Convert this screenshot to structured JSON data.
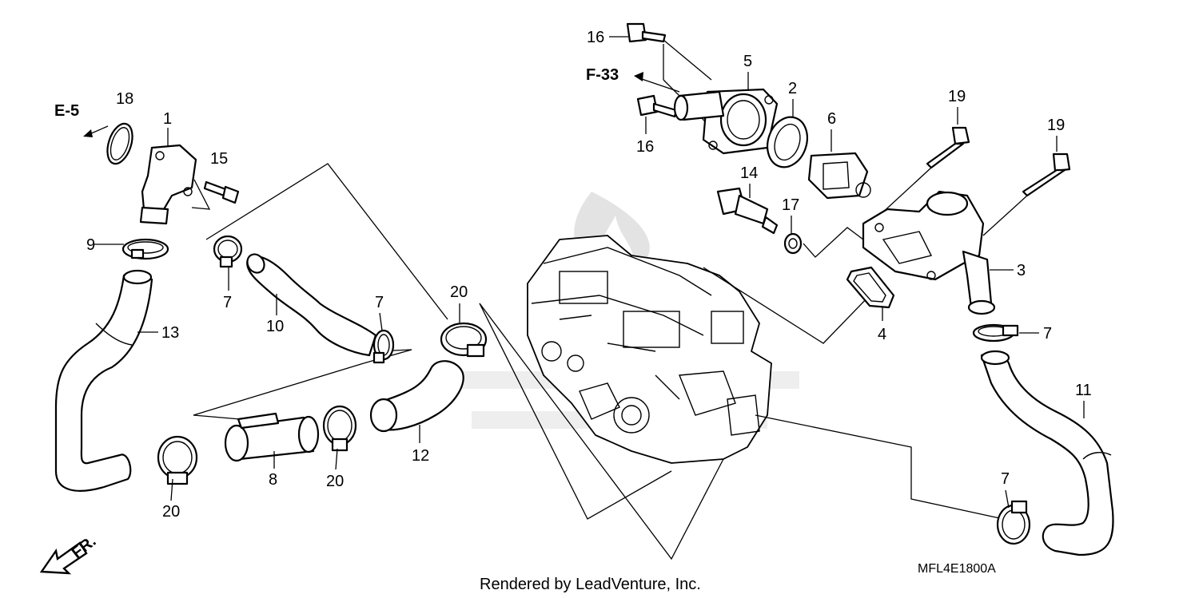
{
  "diagram": {
    "part_numbers": [
      "1",
      "2",
      "3",
      "4",
      "5",
      "6",
      "7",
      "8",
      "9",
      "10",
      "11",
      "12",
      "13",
      "14",
      "15",
      "16",
      "17",
      "18",
      "19",
      "20"
    ],
    "labels": {
      "n1": "1",
      "n2": "2",
      "n3": "3",
      "n4": "4",
      "n5": "5",
      "n6": "6",
      "n7a": "7",
      "n7b": "7",
      "n7c": "7",
      "n7d": "7",
      "n8": "8",
      "n9": "9",
      "n10": "10",
      "n11": "11",
      "n12": "12",
      "n13": "13",
      "n14": "14",
      "n15": "15",
      "n16a": "16",
      "n16b": "16",
      "n17": "17",
      "n18": "18",
      "n19a": "19",
      "n19b": "19",
      "n20a": "20",
      "n20b": "20",
      "n20c": "20"
    },
    "references": {
      "e5": "E-5",
      "f33": "F-33"
    },
    "front_indicator": "FR.",
    "diagram_code": "MFL4E1800A",
    "credit": "Rendered by LeadVenture, Inc."
  }
}
